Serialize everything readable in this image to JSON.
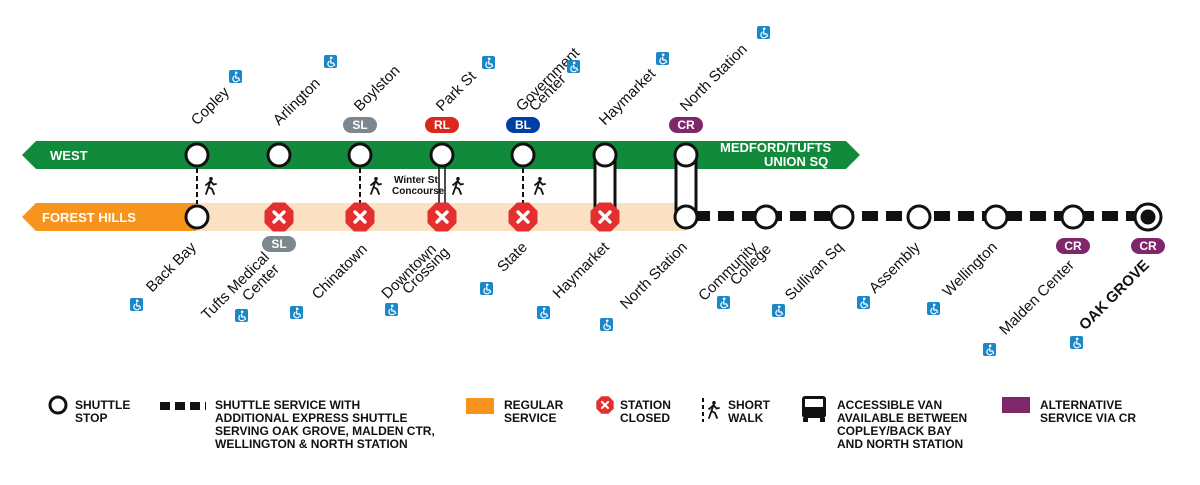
{
  "colors": {
    "green": "#118a3b",
    "orange": "#f7941d",
    "peach": "#fbe0c3",
    "closed_red": "#e52f2f",
    "commuter_rail": "#80276c",
    "silver": "#7c878e",
    "red_line": "#da291c",
    "blue_line": "#003da5",
    "access_blue": "#1a87c9"
  },
  "green_line": {
    "west_label": "WEST",
    "east_label_1": "MEDFORD/TUFTS",
    "east_label_2": "UNION SQ",
    "stations": [
      {
        "name": "Copley",
        "accessible": true
      },
      {
        "name": "Arlington",
        "accessible": true
      },
      {
        "name": "Boylston",
        "accessible": false,
        "badge": "SL"
      },
      {
        "name": "Park St",
        "accessible": true,
        "badge": "RL"
      },
      {
        "name_1": "Government",
        "name_2": "Center",
        "accessible": true,
        "badge": "BL"
      },
      {
        "name": "Haymarket",
        "accessible": true
      },
      {
        "name": "North Station",
        "accessible": true,
        "badge": "CR"
      }
    ]
  },
  "orange_line": {
    "label": "FOREST HILLS",
    "stations": [
      {
        "name": "Back Bay",
        "status": "shuttle stop",
        "accessible": true
      },
      {
        "name_1": "Tufts Medical",
        "name_2": "Center",
        "status": "closed",
        "accessible": true,
        "badge": "SL"
      },
      {
        "name": "Chinatown",
        "status": "closed",
        "accessible": true
      },
      {
        "name_1": "Downtown",
        "name_2": "Crossing",
        "status": "closed",
        "accessible": true
      },
      {
        "name": "State",
        "status": "closed",
        "accessible": true
      },
      {
        "name": "Haymarket",
        "status": "closed",
        "accessible": true
      },
      {
        "name": "North Station",
        "status": "shuttle stop",
        "accessible": true
      },
      {
        "name_1": "Community",
        "name_2": "College",
        "status": "shuttle stop",
        "accessible": true
      },
      {
        "name": "Sullivan Sq",
        "status": "shuttle stop",
        "accessible": true
      },
      {
        "name": "Assembly",
        "status": "shuttle stop",
        "accessible": true
      },
      {
        "name": "Wellington",
        "status": "shuttle stop",
        "accessible": true
      },
      {
        "name": "Malden Center",
        "status": "shuttle stop",
        "accessible": true,
        "badge": "CR"
      },
      {
        "name": "OAK GROVE",
        "status": "terminus",
        "accessible": true,
        "badge": "CR"
      }
    ]
  },
  "walk_note": {
    "line1": "Winter St",
    "line2": "Concourse"
  },
  "legend": {
    "shuttle_stop": [
      "SHUTTLE",
      "STOP"
    ],
    "shuttle_service": [
      "SHUTTLE SERVICE WITH",
      "ADDITIONAL EXPRESS SHUTTLE",
      "SERVING OAK GROVE, MALDEN CTR,",
      "WELLINGTON & NORTH STATION"
    ],
    "regular_service": [
      "REGULAR",
      "SERVICE"
    ],
    "station_closed": [
      "STATION",
      "CLOSED"
    ],
    "short_walk": [
      "SHORT",
      "WALK"
    ],
    "accessible_van": [
      "ACCESSIBLE VAN",
      "AVAILABLE BETWEEN",
      "COPLEY/BACK BAY",
      "AND NORTH STATION"
    ],
    "alternative_service": [
      "ALTERNATIVE",
      "SERVICE VIA CR"
    ]
  }
}
